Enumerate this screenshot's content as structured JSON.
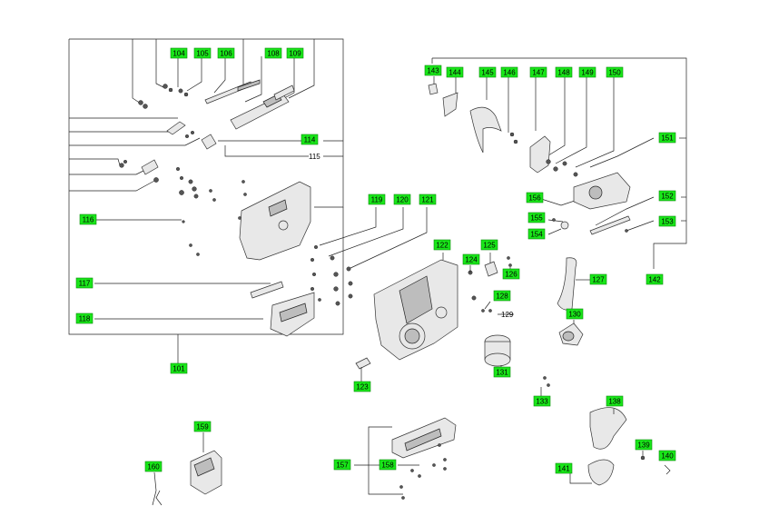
{
  "tags": [
    "101",
    "104",
    "105",
    "106",
    "108",
    "109",
    "114",
    "116",
    "117",
    "118",
    "119",
    "120",
    "121",
    "122",
    "123",
    "124",
    "125",
    "126",
    "127",
    "128",
    "130",
    "131",
    "133",
    "138",
    "139",
    "140",
    "141",
    "142",
    "143",
    "144",
    "145",
    "146",
    "147",
    "148",
    "149",
    "150",
    "151",
    "152",
    "153",
    "154",
    "155",
    "156",
    "157",
    "158",
    "159",
    "160"
  ],
  "plain_labels": [
    "115",
    "129"
  ]
}
